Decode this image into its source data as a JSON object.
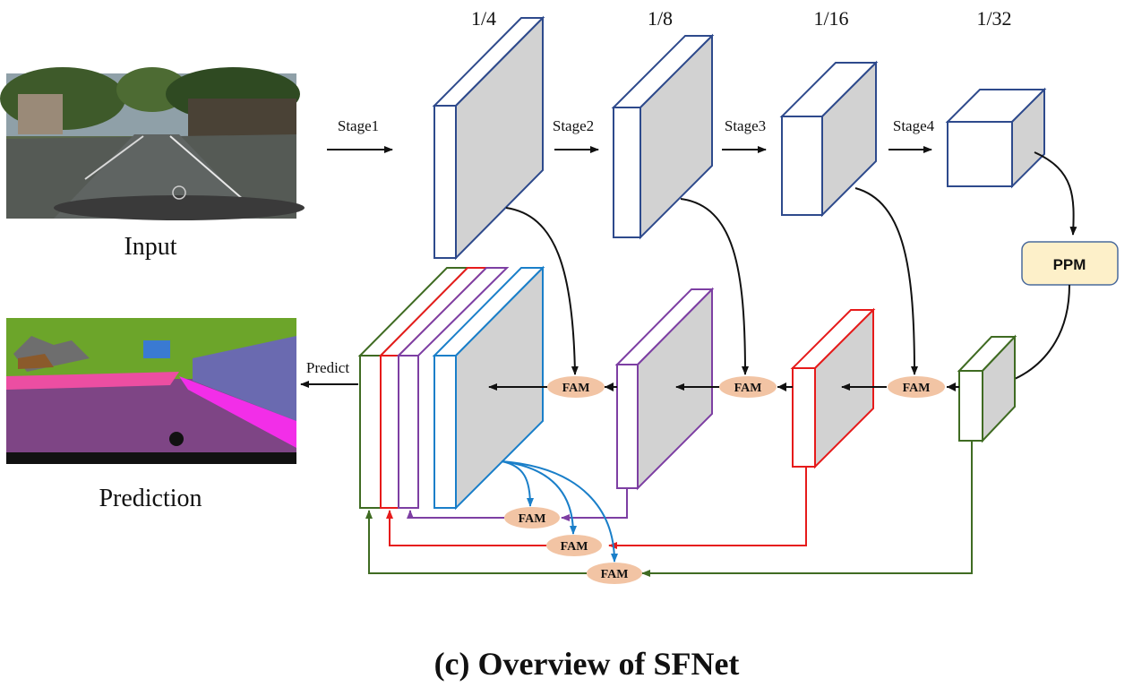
{
  "scales": [
    "1/4",
    "1/8",
    "1/16",
    "1/32"
  ],
  "stages": [
    "Stage1",
    "Stage2",
    "Stage3",
    "Stage4"
  ],
  "input_label": "Input",
  "prediction_label": "Prediction",
  "predict_label": "Predict",
  "ppm_label": "PPM",
  "fam_label": "FAM",
  "caption": "(c) Overview of SFNet",
  "colors": {
    "encoder_blue": "#2e4a8c",
    "green": "#3f6b22",
    "red": "#e61b1b",
    "purple": "#7d3fa3",
    "light_blue": "#1a7fc9",
    "gray_face": "#d2d2d2",
    "fam_fill": "#f2c4a4",
    "ppm_fill": "#fdf0c9",
    "ppm_border": "#4a6a9c"
  }
}
